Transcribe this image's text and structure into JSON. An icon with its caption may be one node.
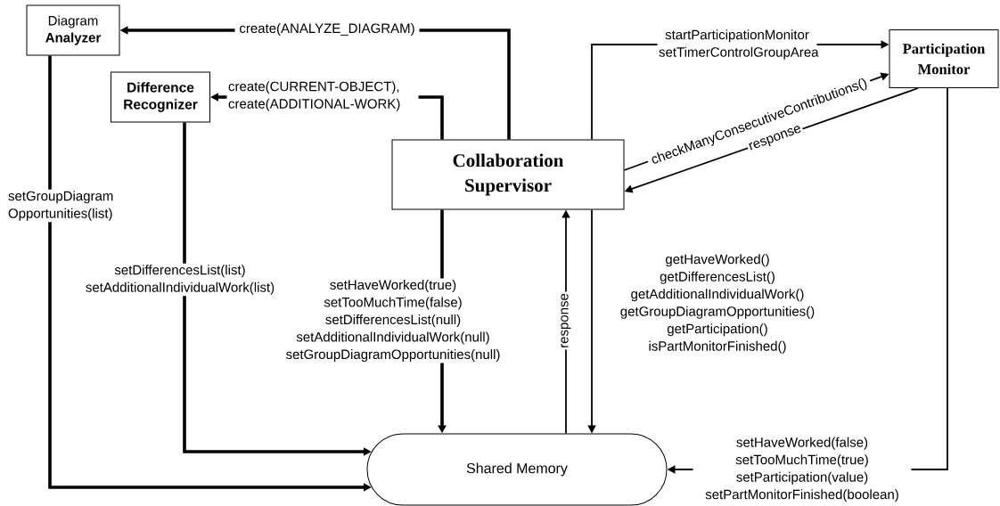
{
  "diagram": {
    "nodes": [
      {
        "text": [
          "Diagram **Analyzer**"
        ]
      },
      {
        "text": [
          "Difference Recognizer"
        ]
      },
      {
        "text": [
          "Collaboration Supervisor"
        ]
      },
      {
        "text": [
          "Participation Monitor"
        ]
      },
      {
        "text": [
          "Shared Memory"
        ]
      }
    ],
    "edges": [
      {
        "from": 2,
        "to": 0,
        "arrow": "to",
        "label": "create(ANALYZE_DIAGRAM)",
        "style": "thick"
      },
      {
        "from": 2,
        "to": 1,
        "arrow": "to",
        "label": "create(CURRENT-OBJECT), create(ADDITIONAL-WORK)",
        "style": "thick"
      },
      {
        "from": 2,
        "to": 3,
        "arrow": "to",
        "label": "startParticipationMonitor setTimerControlGroupArea"
      },
      {
        "from": 2,
        "to": 3,
        "arrow": "to",
        "label": "checkManyConsecutiveContributions()"
      },
      {
        "from": 3,
        "to": 2,
        "arrow": "to",
        "label": "response"
      },
      {
        "from": 2,
        "to": 4,
        "arrow": "to",
        "label": "setHaveWorked(true) setTooMuchTime(false) setDifferencesList(null) setAdditionalIndividualWork(null) setGroupDiagramOpportunities(null)",
        "style": "thick"
      },
      {
        "from": 4,
        "to": 2,
        "arrow": "to",
        "label": "response"
      },
      {
        "from": 2,
        "to": 4,
        "arrow": "to",
        "label": "getHaveWorked() getDifferencesList() getAdditionalIndividualWork() getGroupDiagramOpportunities() getParticipation() isPartMonitorFinished()"
      },
      {
        "from": 3,
        "to": 4,
        "arrow": "to",
        "label": "setHaveWorked(false) setTooMuchTime(true) setParticipation(value) setPartMonitorFinished(boolean)"
      },
      {
        "from": 1,
        "to": 4,
        "arrow": "to",
        "label": "setDifferencesList(list) setAdditionalIndividualWork(list)",
        "style": "thick"
      },
      {
        "from": 0,
        "to": 4,
        "arrow": "to",
        "label": "setGroupDiagram Opportunities(list)",
        "style": "thick"
      }
    ]
  }
}
